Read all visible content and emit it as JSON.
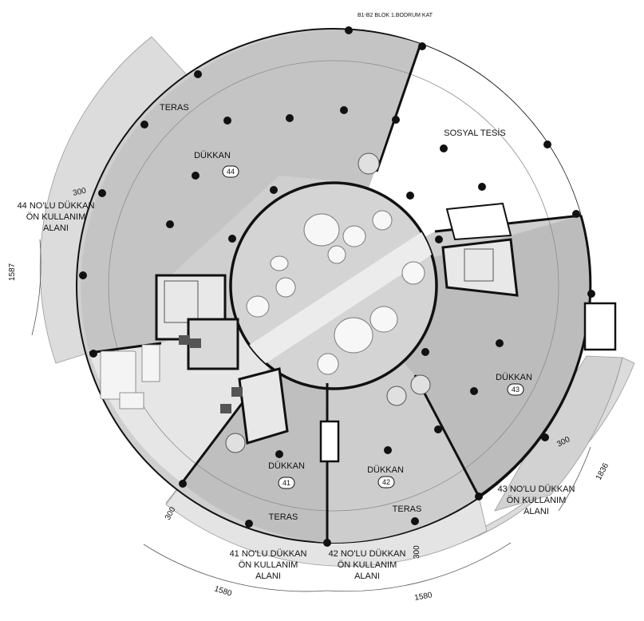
{
  "sheet_header": "B1-B2 BLOK 1.BODRUM KAT",
  "spaces": {
    "terrace_nw": "TERAS",
    "shop44": {
      "name": "DÜKKAN",
      "number": "44"
    },
    "social": "SOSYAL TESİS",
    "shop43": {
      "name": "DÜKKAN",
      "number": "43"
    },
    "shop42": {
      "name": "DÜKKAN",
      "number": "42"
    },
    "shop41": {
      "name": "DÜKKAN",
      "number": "41"
    },
    "terrace_sw": "TERAS",
    "terrace_s": "TERAS"
  },
  "front_areas": {
    "a44": [
      "44 NO'LU DÜKKAN",
      "ÖN KULLANIM",
      "ALANI"
    ],
    "a43": [
      "43 NO'LU DÜKKAN",
      "ÖN KULLANIM",
      "ALANI"
    ],
    "a41": [
      "41 NO'LU DÜKKAN",
      "ÖN KULLANIM",
      "ALANI"
    ],
    "a42": [
      "42 NO'LU DÜKKAN",
      "ÖN KULLANIM",
      "ALANI"
    ]
  },
  "dimensions": {
    "d300_nw": "300",
    "d300_se": "300",
    "d300_sw": "300",
    "d300_s": "300",
    "d1587": "1587",
    "d1836": "1836",
    "d1580_l": "1580",
    "d1580_r": "1580"
  },
  "colors": {
    "dark_floor": "#bcbcbc",
    "mid_floor": "#cfcfcf",
    "terrace": "#dcdcdc",
    "light_floor": "#e2e2e2",
    "court": "#d4d4d4",
    "white": "#ffffff",
    "wall": "#111111"
  }
}
